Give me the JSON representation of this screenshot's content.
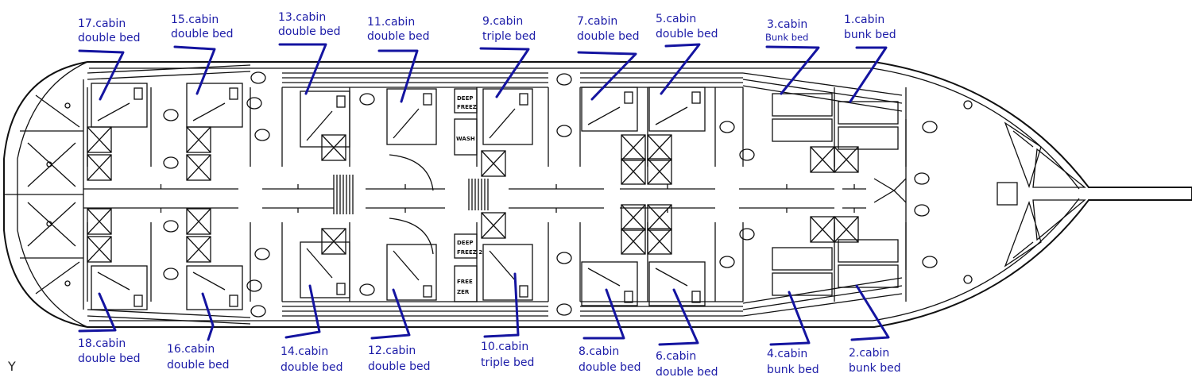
{
  "title": "Deck plan – cabins",
  "cabins_top": [
    {
      "number": "17.cabin",
      "bed": "double bed"
    },
    {
      "number": "15.cabin",
      "bed": "double bed"
    },
    {
      "number": "13.cabin",
      "bed": "double bed"
    },
    {
      "number": "11.cabin",
      "bed": "double bed"
    },
    {
      "number": "9.cabin",
      "bed": "triple bed"
    },
    {
      "number": "7.cabin",
      "bed": "double bed"
    },
    {
      "number": "5.cabin",
      "bed": "double bed"
    },
    {
      "number": "3.cabin",
      "bed": "Bunk bed"
    },
    {
      "number": "1.cabin",
      "bed": "bunk bed"
    }
  ],
  "cabins_bottom": [
    {
      "number": "18.cabin",
      "bed": "double bed"
    },
    {
      "number": "16.cabin",
      "bed": "double bed"
    },
    {
      "number": "14.cabin",
      "bed": "double bed"
    },
    {
      "number": "12.cabin",
      "bed": "double bed"
    },
    {
      "number": "10.cabin",
      "bed": "triple bed"
    },
    {
      "number": "8.cabin",
      "bed": "double bed"
    },
    {
      "number": "6.cabin",
      "bed": "double bed"
    },
    {
      "number": "4.cabin",
      "bed": "bunk bed"
    },
    {
      "number": "2.cabin",
      "bed": "bunk bed"
    }
  ],
  "rooms": {
    "deep_freeze_1": [
      "DEEP",
      "FREEZ"
    ],
    "wash": "WASH",
    "deep_freeze_2": [
      "DEEP",
      "FREEZ 2"
    ],
    "freezer": [
      "FREE",
      "ZER"
    ]
  },
  "axis_label": "Y",
  "colors": {
    "label": "#1c1ca8",
    "lines": "#111111"
  }
}
